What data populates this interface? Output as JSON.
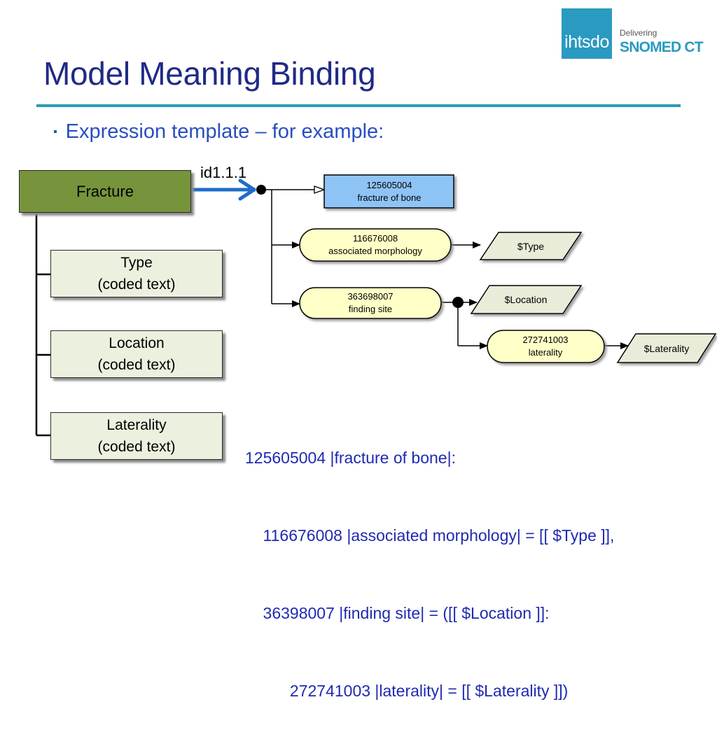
{
  "slide": {
    "title": "Model Meaning Binding",
    "bullet": "Expression template – for example:"
  },
  "logo": {
    "mark": "ihtsdo",
    "tagline": "Delivering",
    "brand": "SNOMED CT"
  },
  "colors": {
    "title": "#1f2a86",
    "rule": "#2a9ab8",
    "logo": "#2a9ac0",
    "root_fill": "#77933c",
    "attr_fill": "#ebf1de",
    "concept_fill": "#8ec3f5",
    "attribute_fill": "#ffffc8",
    "value_fill": "#e8ecd8",
    "binding_arrow": "#1f6cc8",
    "code_text": "#1f2ab0"
  },
  "model": {
    "root": "Fracture",
    "attributes": [
      {
        "name": "Type",
        "datatype": "(coded text)"
      },
      {
        "name": "Location",
        "datatype": "(coded text)"
      },
      {
        "name": "Laterality",
        "datatype": "(coded text)"
      }
    ]
  },
  "binding": {
    "id": "id1.1.1",
    "focus": {
      "code": "125605004",
      "term": "fracture of bone"
    },
    "refinements": [
      {
        "code": "116676008",
        "term": "associated morphology",
        "value": "$Type"
      },
      {
        "code": "363698007",
        "term": "finding site",
        "value": "$Location"
      },
      {
        "code": "272741003",
        "term": "laterality",
        "value": "$Laterality"
      }
    ]
  },
  "expression": [
    "125605004 |fracture of bone|:",
    "    116676008 |associated morphology| = [[ $Type ]],",
    "    36398007 |finding site| = ([[ $Location ]]:",
    "          272741003 |laterality| = [[ $Laterality ]])"
  ]
}
